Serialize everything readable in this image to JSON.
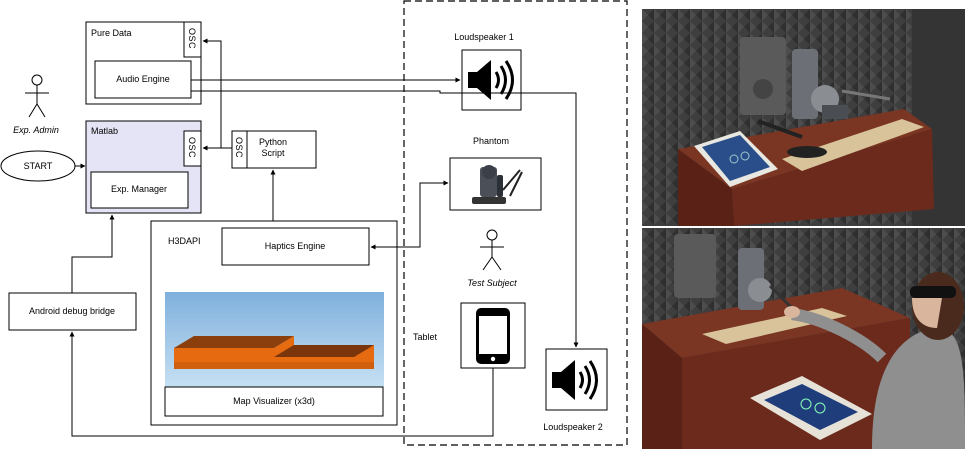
{
  "diagram": {
    "pure_data": {
      "title": "Pure Data",
      "osc": "O S C",
      "audio_engine": "Audio Engine"
    },
    "exp_admin": "Exp. Admin",
    "start": "START",
    "matlab": {
      "title": "Matlab",
      "osc": "O S C",
      "exp_manager": "Exp. Manager"
    },
    "python_script": {
      "osc": "O S C",
      "line1": "Python",
      "line2": "Script"
    },
    "h3dapi": {
      "title": "H3DAPI",
      "haptics_engine": "Haptics Engine",
      "map_visualizer": "Map Visualizer  (x3d)"
    },
    "android_debug_bridge": "Android debug bridge",
    "loudspeaker_1": "Loudspeaker 1",
    "phantom": "Phantom",
    "test_subject": "Test Subject",
    "tablet": "Tablet",
    "loudspeaker_2": "Loudspeaker 2"
  },
  "colors": {
    "matlab_fill": "#e4e4f6",
    "map_sky_top": "#7fb0dc",
    "map_sky_bottom": "#c6e0f3",
    "map_top": "#8a3f0c",
    "map_side": "#e56a10",
    "booth_foam": "#444444",
    "desk_wood": "#6b2a1c"
  },
  "icons": [
    "stick-figure-icon",
    "speaker-icon",
    "haptic-device-icon",
    "smartphone-icon"
  ]
}
